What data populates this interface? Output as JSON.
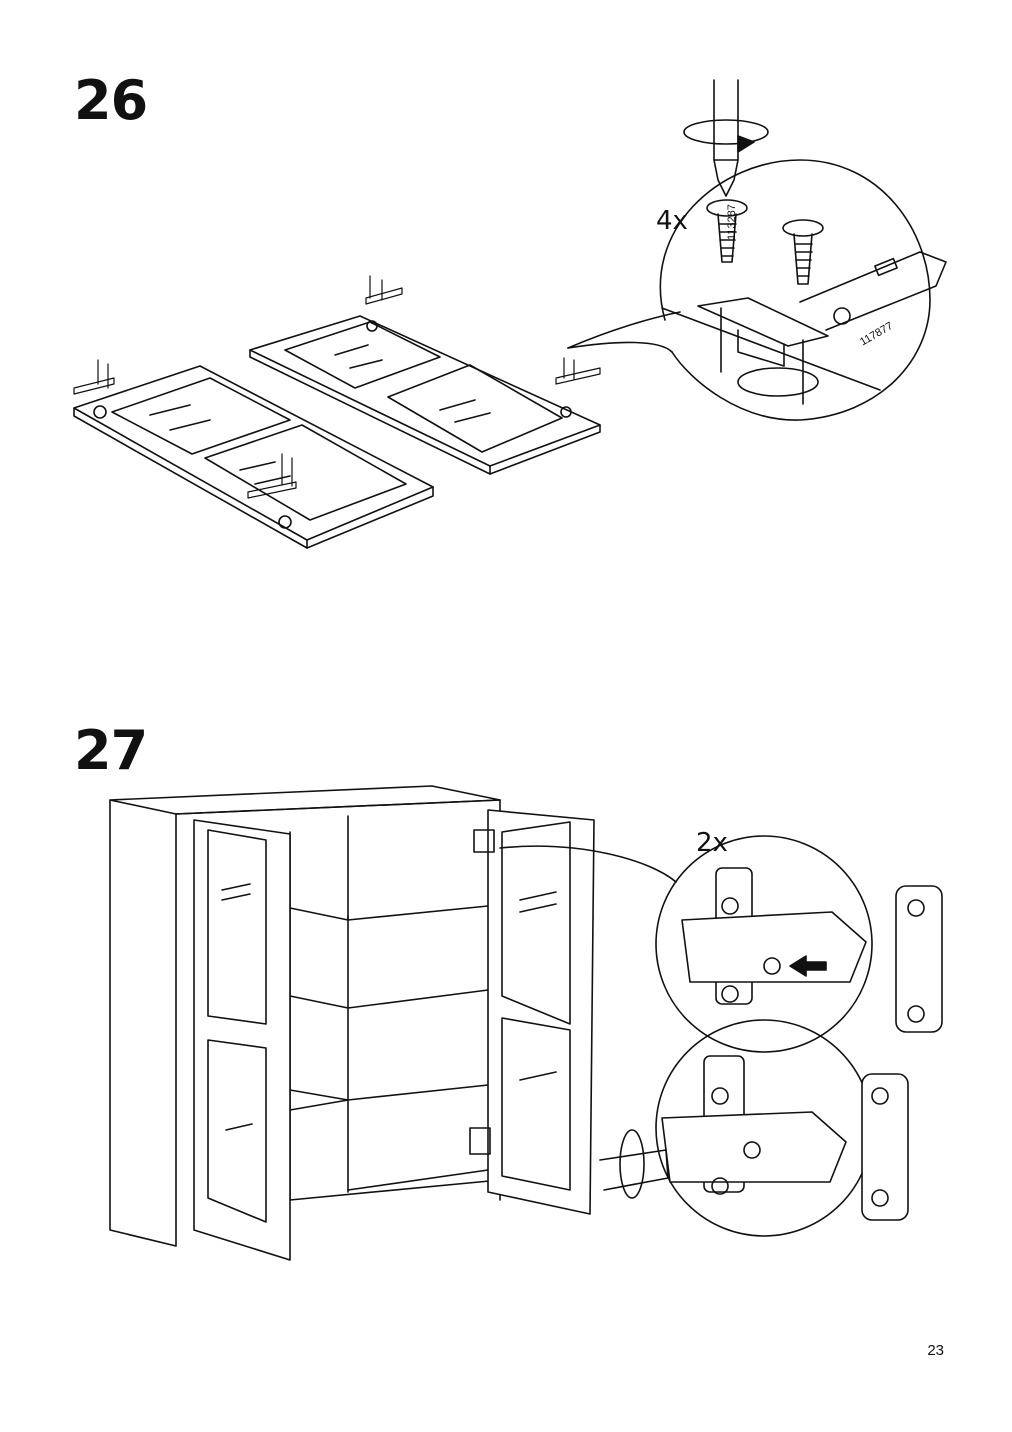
{
  "steps": [
    {
      "number": "26",
      "quantity": "4x",
      "part_numbers": [
        "113287",
        "117877"
      ]
    },
    {
      "number": "27",
      "quantity": "2x"
    }
  ],
  "page_number": "23",
  "icons": {
    "step26": [
      "door-panel-icon",
      "screw-icon",
      "screwdriver-icon",
      "hinge-plate-icon",
      "rotate-arrow-icon"
    ],
    "step27": [
      "cabinet-icon",
      "hinge-icon",
      "push-arrow-icon",
      "screwdriver-icon"
    ]
  }
}
